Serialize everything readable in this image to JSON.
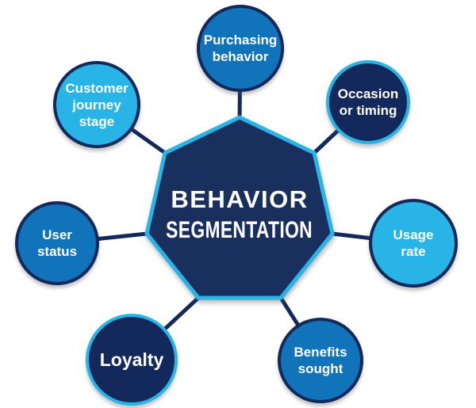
{
  "diagram": {
    "type": "hub-and-spoke",
    "center": {
      "shape": "heptagon",
      "title_line1": "BEHAVIOR",
      "title_line2": "SEGMENTATION",
      "fill": "#19305e",
      "border": "#29b4e7"
    },
    "nodes": [
      {
        "id": "purchasing-behavior",
        "label": "Purchasing behavior",
        "lines": [
          "Purchasing",
          "behavior"
        ],
        "fill": "#1173b9",
        "border": "#14295b"
      },
      {
        "id": "occasion-or-timing",
        "label": "Occasion or timing",
        "lines": [
          "Occasion",
          "or timing"
        ],
        "fill": "#14295b",
        "border": "#29b4e7"
      },
      {
        "id": "usage-rate",
        "label": "Usage rate",
        "lines": [
          "Usage",
          "rate"
        ],
        "fill": "#29b4e7",
        "border": "#14295b"
      },
      {
        "id": "benefits-sought",
        "label": "Benefits sought",
        "lines": [
          "Benefits",
          "sought"
        ],
        "fill": "#1173b9",
        "border": "#14295b"
      },
      {
        "id": "loyalty",
        "label": "Loyalty",
        "lines": [
          "Loyalty"
        ],
        "fill": "#14295b",
        "border": "#29b4e7"
      },
      {
        "id": "user-status",
        "label": "User status",
        "lines": [
          "User",
          "status"
        ],
        "fill": "#1173b9",
        "border": "#14295b"
      },
      {
        "id": "customer-journey-stage",
        "label": "Customer journey stage",
        "lines": [
          "Customer",
          "journey",
          "stage"
        ],
        "fill": "#29b4e7",
        "border": "#14295b"
      }
    ],
    "colors": {
      "medium_blue": "#1173b9",
      "light_blue": "#29b4e7",
      "dark_navy": "#14295b",
      "heptagon_fill": "#19305e",
      "connector": "#14295b",
      "label_text": "#ffffff",
      "background": "#ffffff"
    }
  }
}
